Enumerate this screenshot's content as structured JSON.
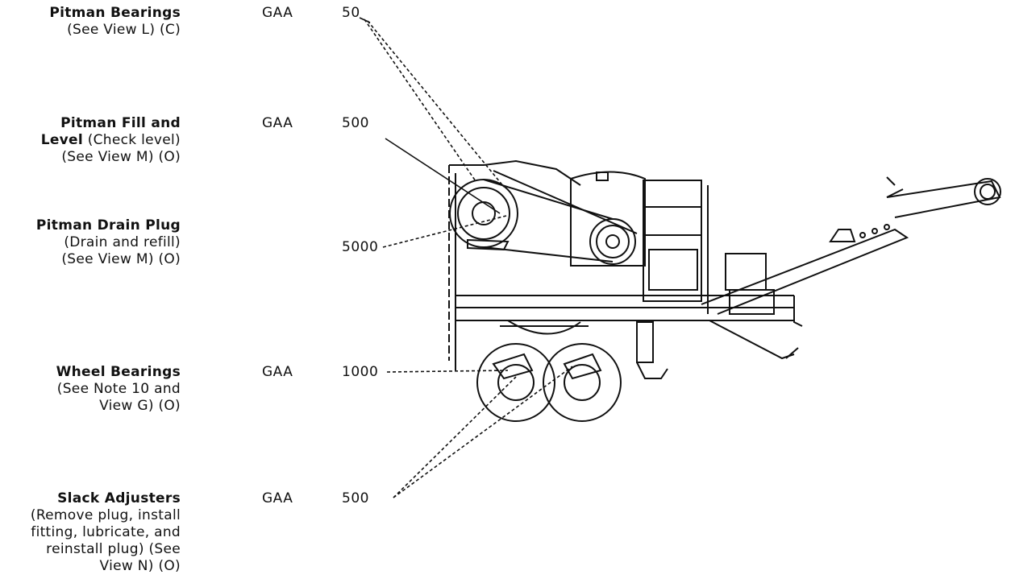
{
  "entries": [
    {
      "title": "Pitman Bearings",
      "desc": [
        "(See View L) (C)"
      ],
      "lubricant": "GAA",
      "interval": "50"
    },
    {
      "title": "Pitman Fill and",
      "desc": [
        "Level (Check level)",
        "(See View M) (O)"
      ],
      "title_inline_first_desc": "Level",
      "lubricant": "GAA",
      "interval": "500"
    },
    {
      "title": "Pitman Drain Plug",
      "desc": [
        "(Drain and refill)",
        "(See View M) (O)"
      ],
      "lubricant": "",
      "interval": "5000"
    },
    {
      "title": "Wheel Bearings",
      "desc": [
        "(See Note 10 and",
        "View G) (O)"
      ],
      "lubricant": "GAA",
      "interval": "1000"
    },
    {
      "title": "Slack Adjusters",
      "desc": [
        "(Remove plug, install",
        "fitting, lubricate, and",
        "reinstall plug) (See",
        "View N) (O)"
      ],
      "lubricant": "GAA",
      "interval": "500"
    }
  ]
}
